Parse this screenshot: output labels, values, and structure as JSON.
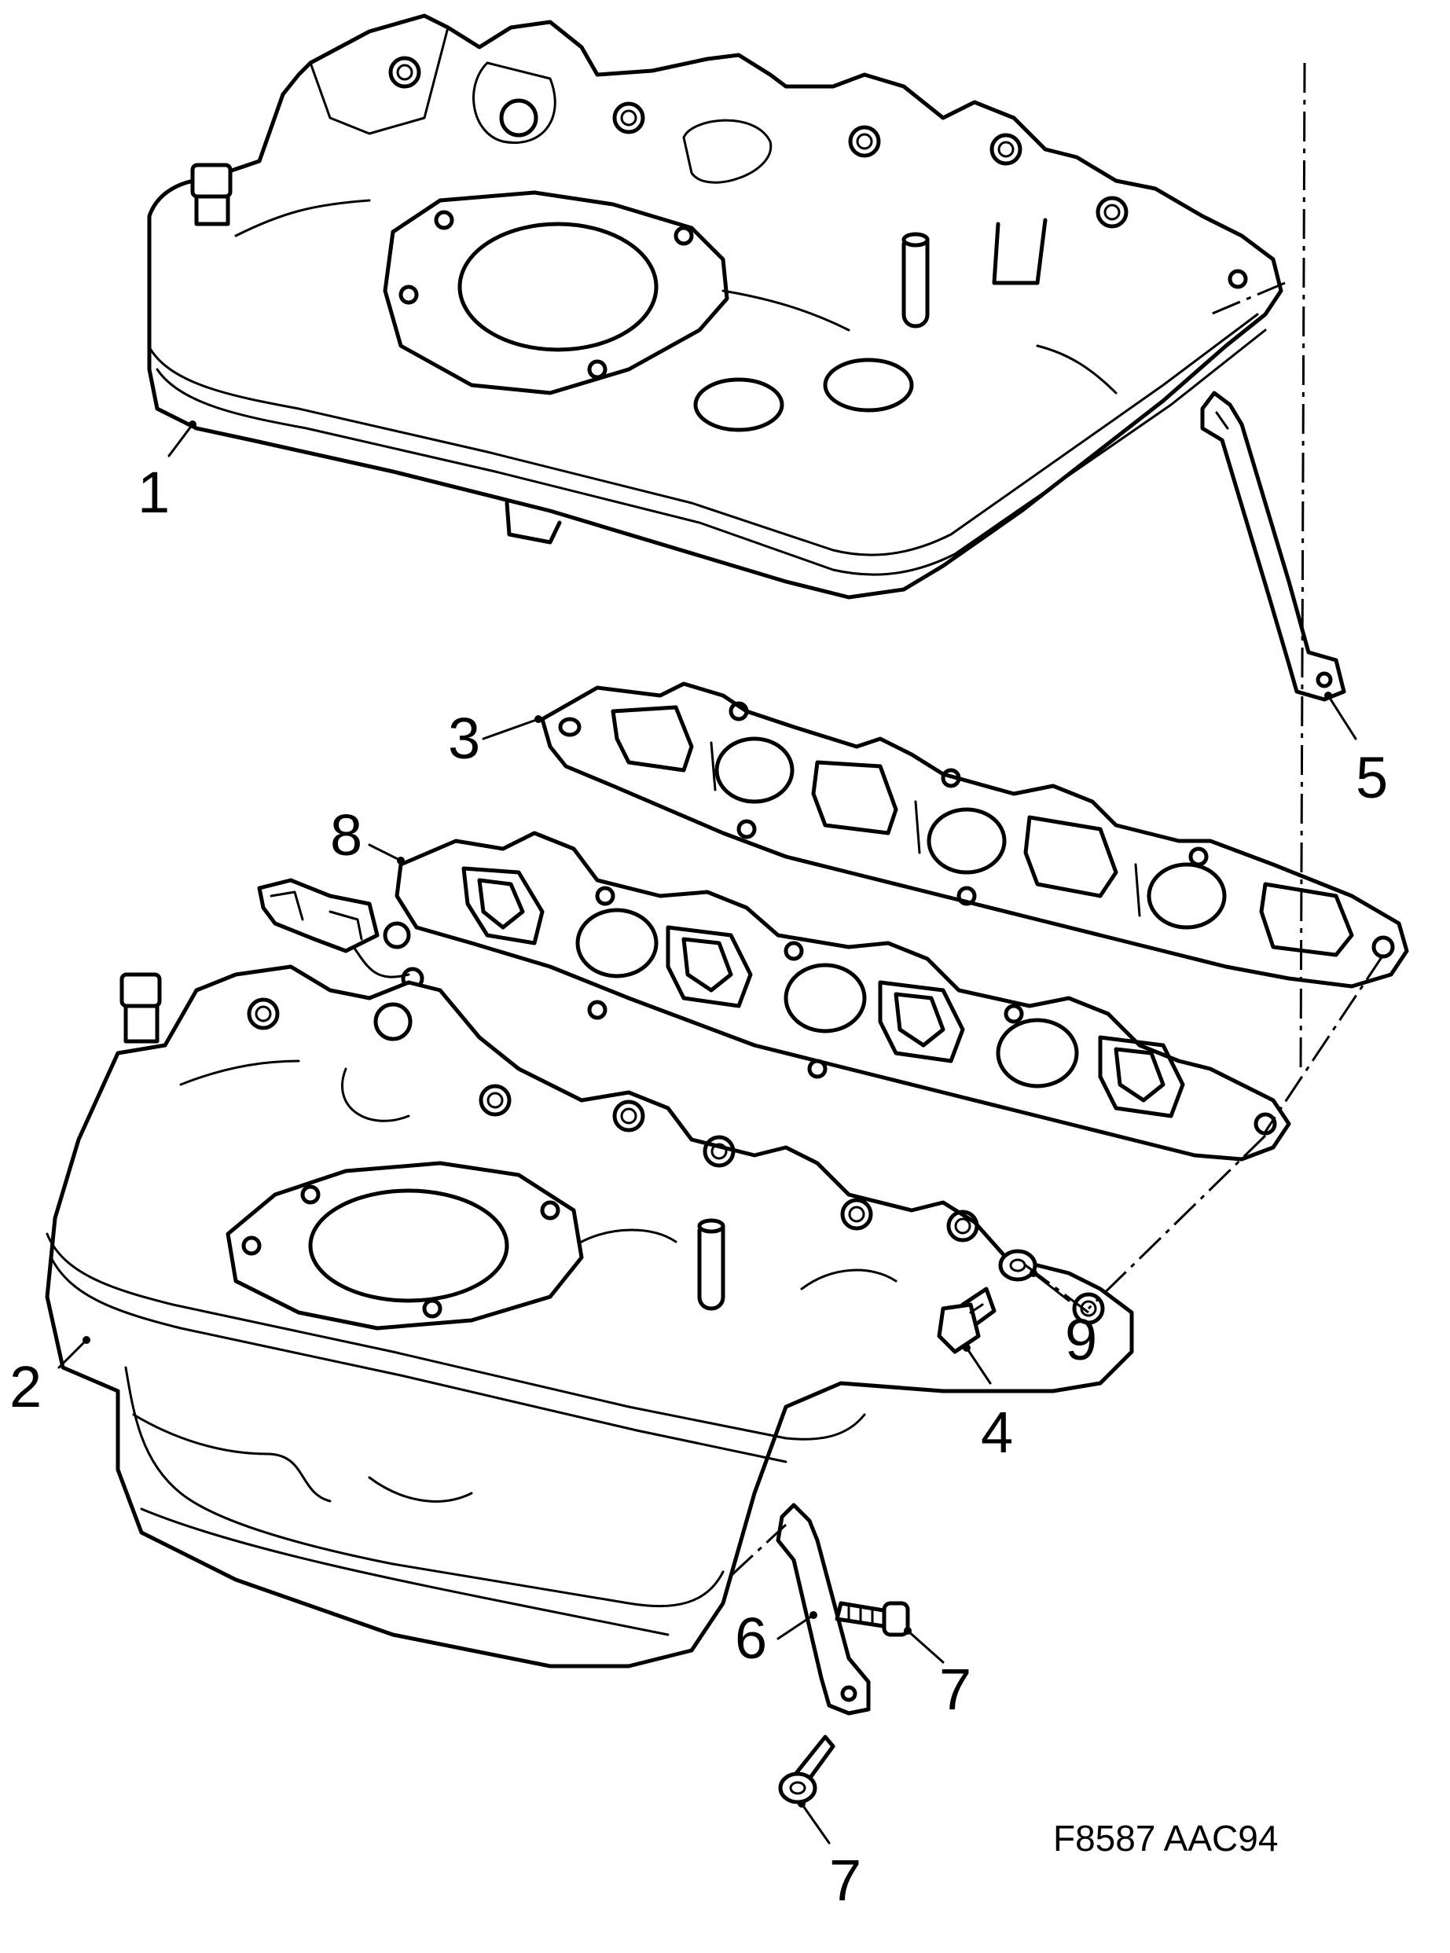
{
  "callouts": {
    "c1": "1",
    "c2": "2",
    "c3": "3",
    "c4": "4",
    "c5": "5",
    "c6": "6",
    "c7a": "7",
    "c7b": "7",
    "c8": "8",
    "c9": "9"
  },
  "figure_code": "F8587  AAC94"
}
